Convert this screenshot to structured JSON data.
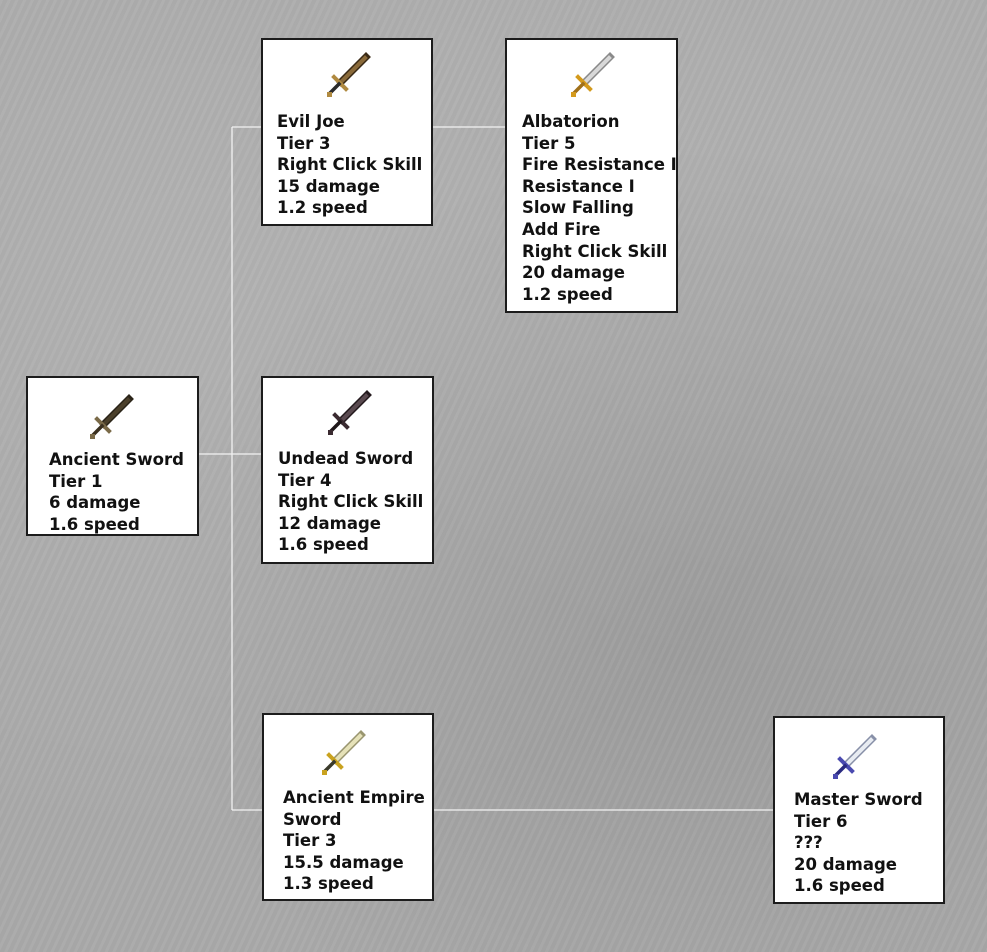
{
  "cards": [
    {
      "id": "ancient-sword",
      "name": "Ancient Sword",
      "lines": [
        "Tier 1",
        "6 damage",
        "1.6 speed"
      ],
      "icon": "ancient-sword-icon",
      "colors": {
        "blade": "#4a3f2a",
        "edge": "#2a2418",
        "guard": "#7a6a48",
        "grip": "#3a3020"
      }
    },
    {
      "id": "evil-joe",
      "name": "Evil Joe",
      "lines": [
        "Tier 3",
        "Right Click Skill",
        "15 damage",
        "1.2 speed"
      ],
      "icon": "evil-joe-sword-icon",
      "colors": {
        "blade": "#8a6a3a",
        "edge": "#3a2a16",
        "guard": "#b08a40",
        "grip": "#2a2a2a"
      }
    },
    {
      "id": "albatorion",
      "name": "Albatorion",
      "lines": [
        "Tier 5",
        "Fire Resistance I",
        "Resistance I",
        "Slow Falling",
        "Add Fire",
        "Right Click Skill",
        "20 damage",
        "1.2 speed"
      ],
      "icon": "albatorion-sword-icon",
      "colors": {
        "blade": "#d8d8d8",
        "edge": "#8a8a8a",
        "guard": "#d49a1c",
        "grip": "#a0701a"
      }
    },
    {
      "id": "undead-sword",
      "name": "Undead Sword",
      "lines": [
        "Tier 4",
        "Right Click Skill",
        "12 damage",
        "1.6 speed"
      ],
      "icon": "undead-sword-icon",
      "colors": {
        "blade": "#5a4a50",
        "edge": "#241a1e",
        "guard": "#3a2a30",
        "grip": "#1e1618"
      }
    },
    {
      "id": "ancient-empire-sword",
      "name": "Ancient Empire",
      "name2": "Sword",
      "lines": [
        "Tier 3",
        "15.5 damage",
        "1.3 speed"
      ],
      "icon": "ancient-empire-sword-icon",
      "colors": {
        "blade": "#e6e2b8",
        "edge": "#9a9670",
        "guard": "#c9a21e",
        "grip": "#3a3a2a"
      }
    },
    {
      "id": "master-sword",
      "name": "Master Sword",
      "lines": [
        "Tier 6",
        "???",
        "20 damage",
        "1.6 speed"
      ],
      "icon": "master-sword-icon",
      "colors": {
        "blade": "#e8ecf2",
        "edge": "#8890a8",
        "guard": "#4a4ab0",
        "grip": "#2a2a80"
      }
    }
  ],
  "connector_color": "#f2f2f2"
}
